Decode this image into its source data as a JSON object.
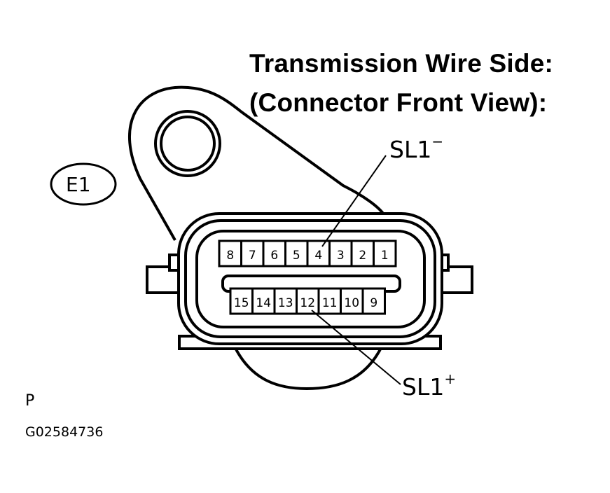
{
  "title": {
    "line1": "Transmission Wire Side:",
    "line2": "(Connector Front View):"
  },
  "connector_id": "E1",
  "callouts": {
    "minus": {
      "name": "SL1",
      "sign": "−",
      "pin": "4"
    },
    "plus": {
      "name": "SL1",
      "sign": "+",
      "pin": "12"
    }
  },
  "pins": {
    "top_row": [
      "8",
      "7",
      "6",
      "5",
      "4",
      "3",
      "2",
      "1"
    ],
    "bottom_row": [
      "15",
      "14",
      "13",
      "12",
      "11",
      "10",
      "9"
    ]
  },
  "footer": {
    "page_code": "P",
    "figure_id": "G02584736"
  }
}
